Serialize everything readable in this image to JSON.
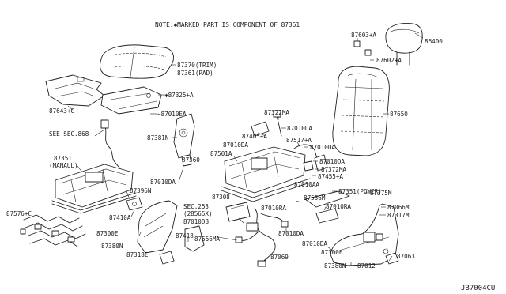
{
  "note": "NOTE:✱MARKED PART IS COMPONENT OF 87361",
  "diagram_code": "JB7004CU",
  "labels": {
    "l87603a": "87603+A",
    "l86400": "86400",
    "l87602a": "87602+A",
    "l87370": "87370(TRIM)",
    "l87361": "87361(PAD)",
    "l87650": "87650",
    "l87643c": "87643+C",
    "l87325a": "✱87325+A",
    "l87010ea": "←87010EA",
    "l87322ma": "87322MA",
    "l87010da_a": "87010DA",
    "l87405a": "87405+A",
    "l87517a": "87517+A",
    "l87010da_b": "87010DA",
    "l87010da_c": "87010DA",
    "l87501a": "87501A",
    "l87010da_d": "87010DA",
    "l87372ma": "87372MA",
    "l87455a": "87455+A",
    "l87010aa": "87010AA",
    "l87351p": "87351(POWER)",
    "l87375m": "87375M",
    "l87556m": "87556M",
    "l87066m": "87066M",
    "l87010ra_a": "87010RA",
    "l87317m": "87317M",
    "lseesec": "SEE SEC.868",
    "l87381n": "87381N",
    "l87360": "87360",
    "l87351": "87351",
    "lmanual": "(MANAUL)",
    "l87010da_e": "87010DA",
    "l87396n": "87396N",
    "l87308": "87308",
    "lsec253": "SEC.253",
    "l28565x": "(28565X)",
    "l87010ra_b": "87010RA",
    "l87010db": "87010DB",
    "l87410a": "87410A",
    "l87576c": "87576+C",
    "l87300e_a": "87300E",
    "l87380n_a": "87380N",
    "l87418": "87418",
    "l87556ma": "87556MA",
    "l87010da_f": "87010DA",
    "l87318e": "87318E",
    "l87069": "87069",
    "l87010da_g": "87010DA",
    "l87300e_b": "87300E",
    "l87380n_b": "87380N",
    "l87012": "87012",
    "l87063": "87063"
  }
}
